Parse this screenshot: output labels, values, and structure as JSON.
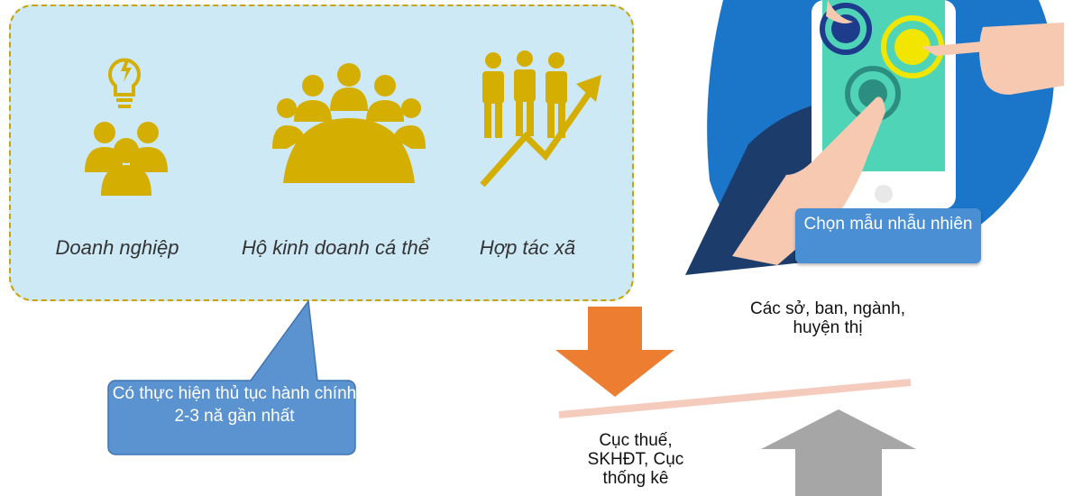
{
  "categories": [
    {
      "id": "doanh-nghiep",
      "label": "Doanh nghiệp",
      "icon": "idea-group-icon"
    },
    {
      "id": "ho-kinh-doanh",
      "label": "Hộ kinh doanh cá thể",
      "icon": "meeting-table-icon"
    },
    {
      "id": "hop-tac-xa",
      "label": "Hợp tác xã",
      "icon": "growth-people-icon"
    }
  ],
  "callout": {
    "text": "Có thực hiện thủ tục hành chính 2-3 nă gần nhất",
    "color": "#5b93d1"
  },
  "sampling": {
    "label": "Chọn mẫu nhẫu nhiên",
    "color": "#4a8fd3"
  },
  "sources": {
    "top": "Các sở, ban, ngành, huyện thị",
    "bottom": "Cục thuế, SKHĐT, Cục thống kê"
  },
  "colors": {
    "panel_bg": "#cde9f6",
    "panel_border": "#c9a100",
    "icon_gold": "#d4ae00",
    "down_arrow": "#ed7d31",
    "up_arrow": "#a6a6a6",
    "scale_line": "#f4cbbd",
    "phone_circle": "#1b75c9",
    "phone_screen": "#4fd4b8"
  }
}
